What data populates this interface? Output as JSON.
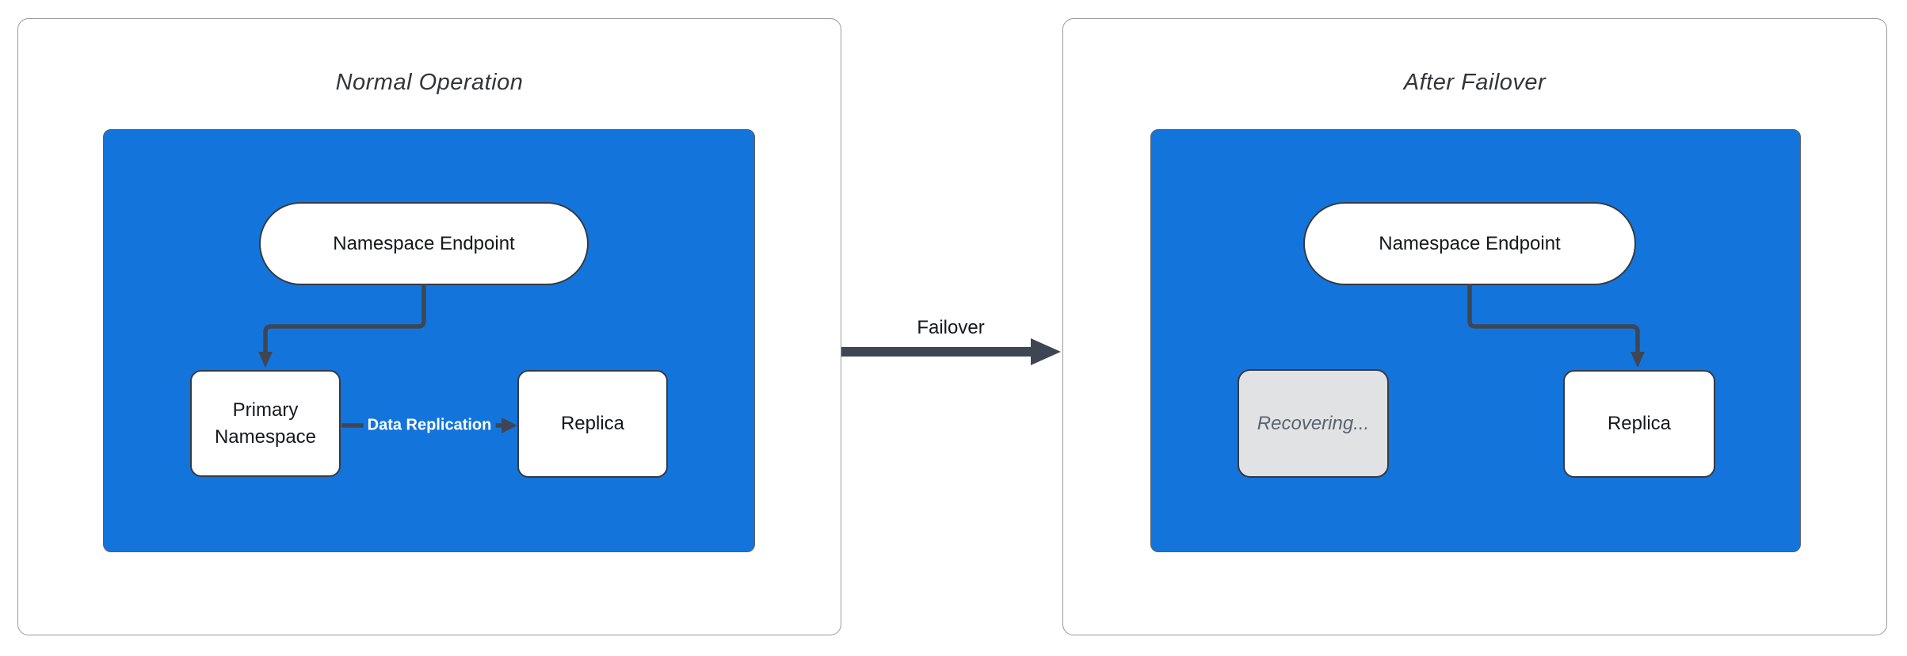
{
  "colors": {
    "canvas_bg": "#FFFFFF",
    "panel_bg": "#FFFFFF",
    "panel_border": "#97999D",
    "container_blue": "#1375DB",
    "container_border": "#5B6069",
    "node_bg": "#FFFFFF",
    "node_border": "#343A44",
    "node_text": "#16181C",
    "title_text": "#333538",
    "arrow": "#3E4653",
    "replication_label_text": "#FFFFFF",
    "recovering_bg": "#E1E2E4",
    "recovering_text": "#5C6370"
  },
  "left_panel": {
    "title": "Normal Operation",
    "cluster": {
      "endpoint": "Namespace Endpoint",
      "primary": "Primary Namespace",
      "replica": "Replica",
      "replication_arrow_label": "Data Replication"
    }
  },
  "right_panel": {
    "title": "After Failover",
    "cluster": {
      "endpoint": "Namespace Endpoint",
      "recovering": "Recovering...",
      "replica": "Replica"
    }
  },
  "transition": {
    "label": "Failover"
  }
}
